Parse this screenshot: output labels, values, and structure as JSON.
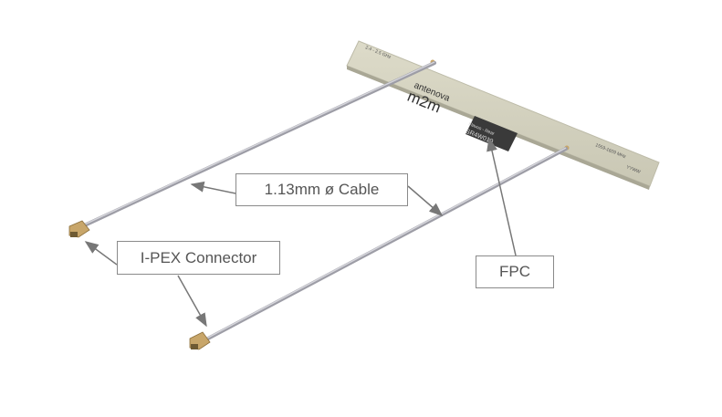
{
  "labels": {
    "cable": "1.13mm ø Cable",
    "connector": "I-PEX Connector",
    "fpc": "FPC"
  },
  "fpc_markings": {
    "band_top": "2.4 - 2.5 GHz",
    "brand": "antenova",
    "brand_sub": "m2m",
    "product_name": "Flavus - Rear",
    "part_number": "SR4W019",
    "band_bottom": "1559-1609 MHz",
    "date_code": "YYWW"
  },
  "colors": {
    "fpc": "#d6d4c2",
    "cable": "#b4b4bc",
    "connector": "#c8a66a",
    "arrow": "#777777"
  }
}
